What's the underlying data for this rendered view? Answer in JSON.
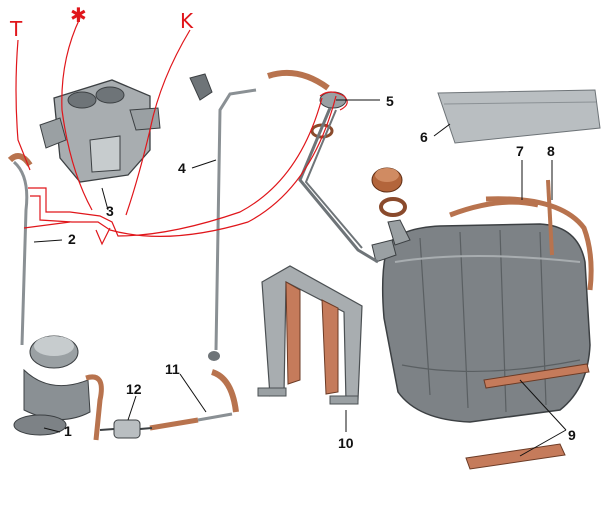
{
  "handwritten_marks": {
    "left": "T",
    "middle": "✱",
    "right": "K"
  },
  "callouts": [
    "1",
    "2",
    "3",
    "4",
    "5",
    "6",
    "7",
    "8",
    "9",
    "10",
    "11",
    "12"
  ],
  "colors": {
    "background": "#ffffff",
    "markup_red": "#e0161b",
    "hose_brown": "#b8734e",
    "metal_gray": "#9aa0a3",
    "tank_dark": "#7d8286",
    "shield_gray": "#b9bec1"
  },
  "icons": {
    "carburetor": "carburetor-icon",
    "fuel_pump": "fuel-pump-icon",
    "fuel_tank": "fuel-tank-icon",
    "filter": "fuel-filter-icon"
  }
}
